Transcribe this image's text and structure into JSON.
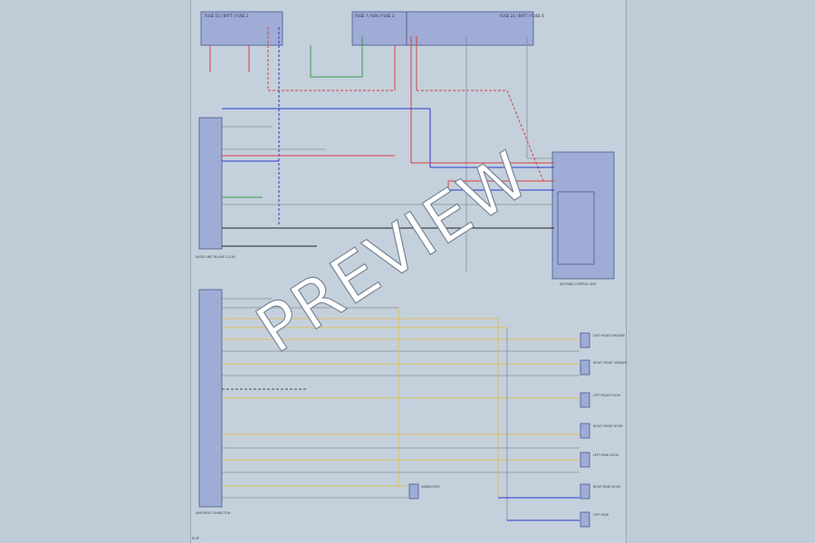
{
  "watermark": "PREVIEW",
  "colors": {
    "background": "#bfcbd6",
    "sheet": "#c4d0dc",
    "block_fill": "#9eacd6",
    "block_stroke": "#4a5a8a",
    "wire_red": "#d84040",
    "wire_blue": "#2a3ad0",
    "wire_green": "#3a9a50",
    "wire_yellow": "#e0c060",
    "wire_black": "#222222",
    "wire_gray": "#8a8f98"
  },
  "fuse_blocks": [
    {
      "label": "FUSE 15 / BATT / FUSE 1"
    },
    {
      "label": "FUSE 7 / IGN / FUSE 3"
    },
    {
      "label": "FUSE 21 / BATT / FUSE 4"
    }
  ],
  "connectors": {
    "audio_unit": "AUDIO UNIT IN-LINE C-COM",
    "amplifier": "AMPLIFIER CONNECTOR",
    "antenna": "ANTENNA CONTROL UNIT"
  },
  "speakers": [
    {
      "label": "LEFT FRONT SPEAKER"
    },
    {
      "label": "RIGHT FRONT SPEAKER"
    },
    {
      "label": "LEFT FRONT DOOR"
    },
    {
      "label": "RIGHT FRONT DOOR"
    },
    {
      "label": "LEFT REAR DOOR"
    },
    {
      "label": "RIGHT REAR DOOR"
    },
    {
      "label": "LEFT REAR"
    },
    {
      "label": "SUBWOOFER"
    }
  ],
  "footer": "RL4P"
}
